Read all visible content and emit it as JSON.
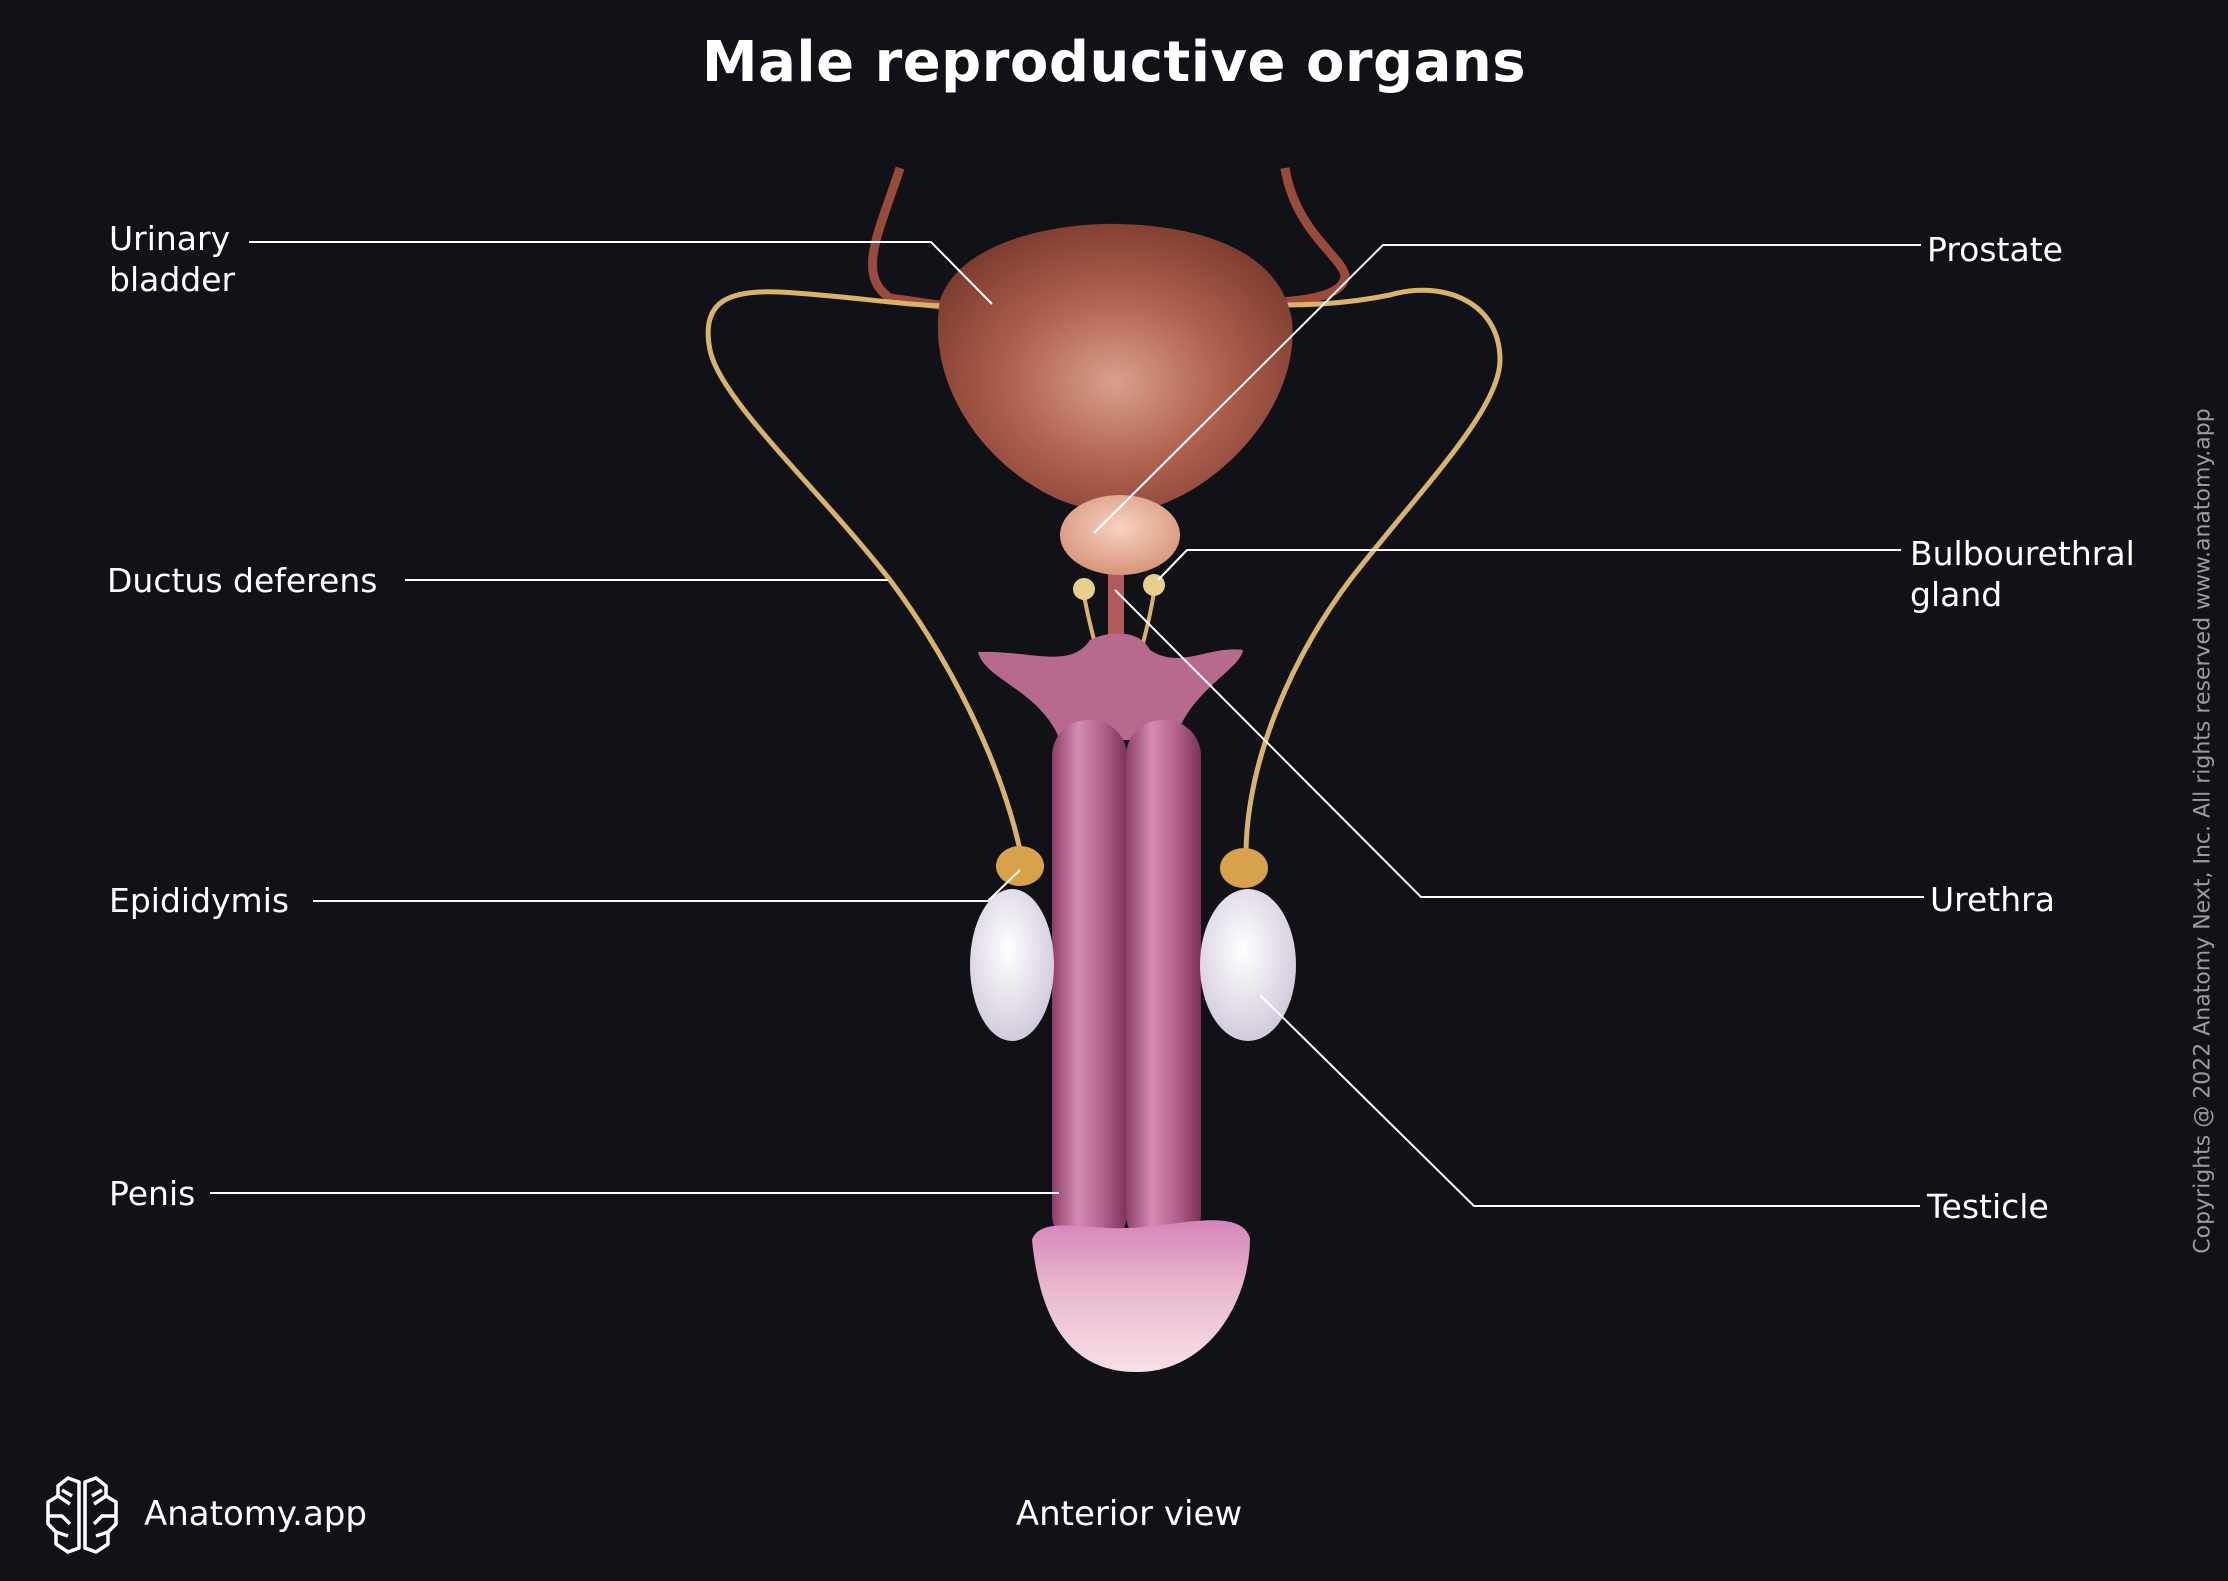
{
  "title": "Male reproductive organs",
  "labels": {
    "urinary_bladder_1": "Urinary",
    "urinary_bladder_2": "bladder",
    "ductus_deferens": "Ductus deferens",
    "epididymis": "Epididymis",
    "penis": "Penis",
    "prostate": "Prostate",
    "bulbourethral_1": "Bulbourethral",
    "bulbourethral_2": "gland",
    "urethra": "Urethra",
    "testicle": "Testicle"
  },
  "view": "Anterior view",
  "brand": "Anatomy.app",
  "copyright": "Copyrights @ 2022 Anatomy Next, Inc. All rights reserved www.anatomy.app",
  "colors": {
    "background": "#111218",
    "leader_line": "#ffffff",
    "ductus": "#d9b36a"
  }
}
